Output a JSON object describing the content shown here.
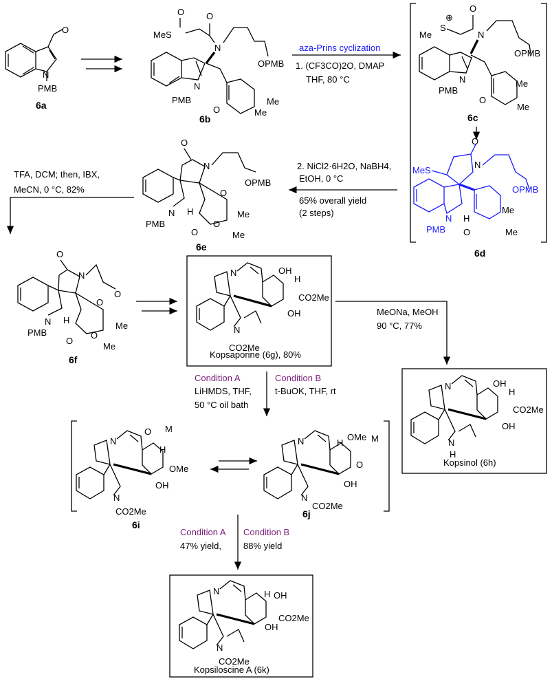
{
  "compounds": {
    "c6a": "6a",
    "c6b": "6b",
    "c6c": "6c",
    "c6d": "6d",
    "c6e": "6e",
    "c6f": "6f",
    "c6i": "6i",
    "c6j": "6j"
  },
  "atoms": {
    "pmb": "PMB",
    "opmb": "OPMB",
    "meS_o": "O",
    "me": "Me",
    "n": "N",
    "o": "O",
    "s": "S",
    "mes": "MeS",
    "h": "H",
    "oh": "OH",
    "co2me": "CO2Me",
    "ome": "OMe",
    "m": "M",
    "plus": "⊕"
  },
  "step1": {
    "title": "aza-Prins cyclization",
    "line1": "1. (CF3CO)2O, DMAP",
    "line2": "THF, 80 °C"
  },
  "step2": {
    "line1": "2. NiCl2·6H2O, NaBH4,",
    "line2": "EtOH, 0 °C",
    "line3": "65% overall yield",
    "line4": "(2 steps)"
  },
  "step3": {
    "line1": "TFA, DCM; then, IBX,",
    "line2": "MeCN, 0 °C, 82%"
  },
  "step4": {
    "line1": "MeONa, MeOH",
    "line2": "90 °C, 77%"
  },
  "condA": {
    "title": "Condition A",
    "line1": "LiHMDS, THF,",
    "line2": "50 °C oil bath"
  },
  "condB": {
    "title": "Condition B",
    "line1": "t-BuOK, THF, rt"
  },
  "yieldA": {
    "title": "Condition A",
    "line1": "47% yield,"
  },
  "yieldB": {
    "title": "Condition B",
    "line1": "88% yield"
  },
  "products": {
    "kopsaporine": "Kopsaporine (6g), 80%",
    "kopsinol": "Kopsinol (6h)",
    "kopsiloscine": "Kopsiloscine A (6k)"
  },
  "colors": {
    "accent_blue": "#1a1aff",
    "condition_purple": "#7a1f7a"
  }
}
